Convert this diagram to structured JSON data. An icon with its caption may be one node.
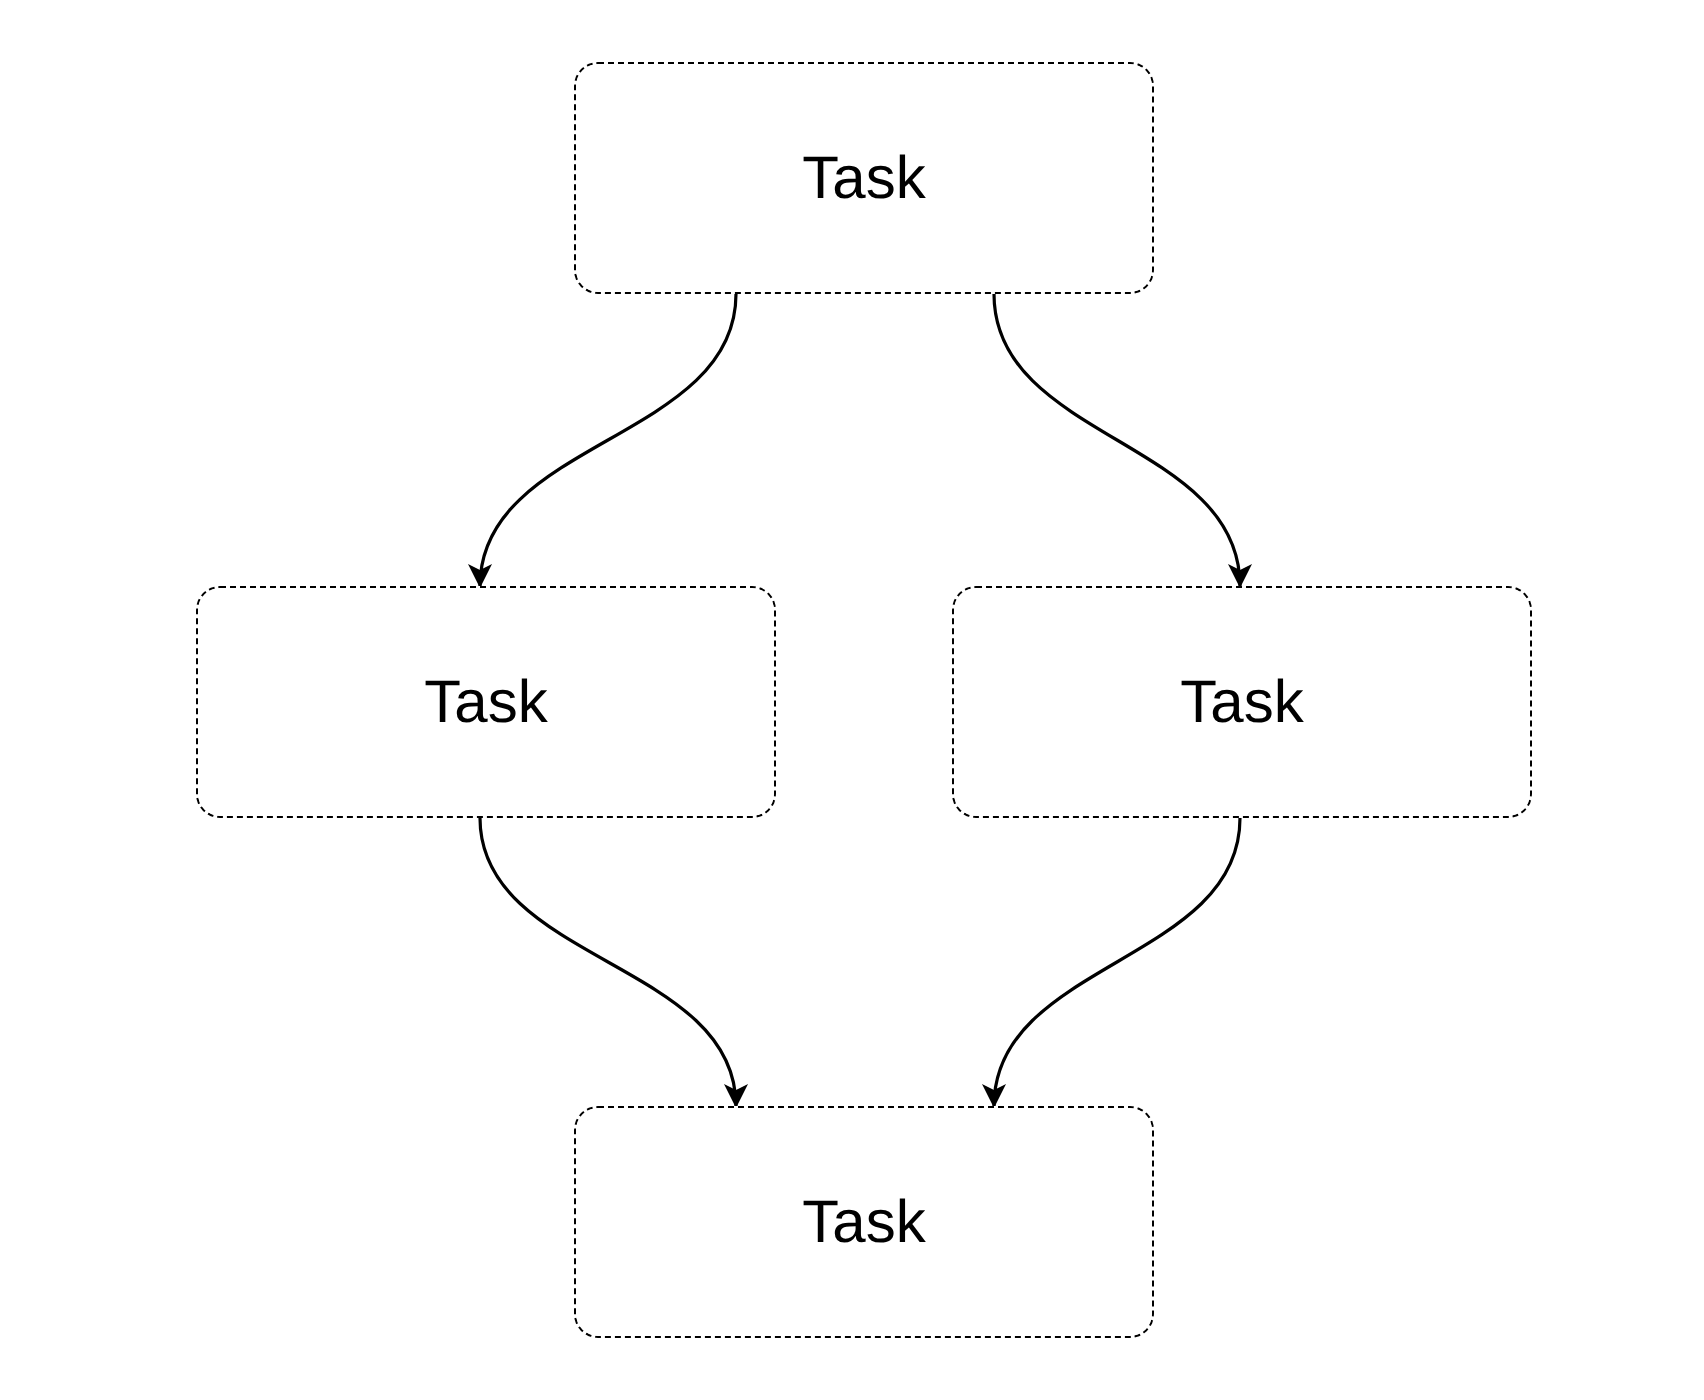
{
  "diagram": {
    "nodes": [
      {
        "text": [
          "Task"
        ]
      },
      {
        "text": [
          "Task"
        ]
      },
      {
        "text": [
          "Task"
        ]
      },
      {
        "text": [
          "Task"
        ]
      }
    ],
    "edges": [
      {
        "from": 0,
        "to": 1,
        "arrow": "to"
      },
      {
        "from": 0,
        "to": 2,
        "arrow": "to"
      },
      {
        "from": 1,
        "to": 3,
        "arrow": "to"
      },
      {
        "from": 2,
        "to": 3,
        "arrow": "to"
      }
    ]
  }
}
